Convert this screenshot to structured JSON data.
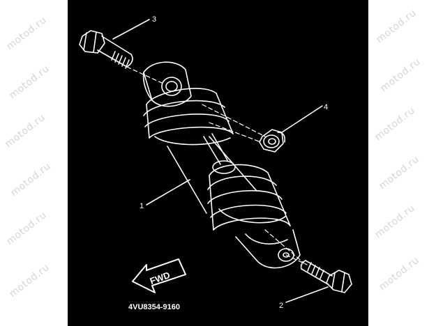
{
  "diagram": {
    "callouts": {
      "c1": "1",
      "c2": "2",
      "c3": "3",
      "c4": "4"
    },
    "part_code": "4VU8354-9160",
    "direction_label": "FWD"
  },
  "watermark": {
    "text": "motod.ru"
  },
  "colors": {
    "background": "#000000",
    "line": "#ffffff",
    "margin": "#ffffff",
    "watermark": "#d6d6d6"
  }
}
